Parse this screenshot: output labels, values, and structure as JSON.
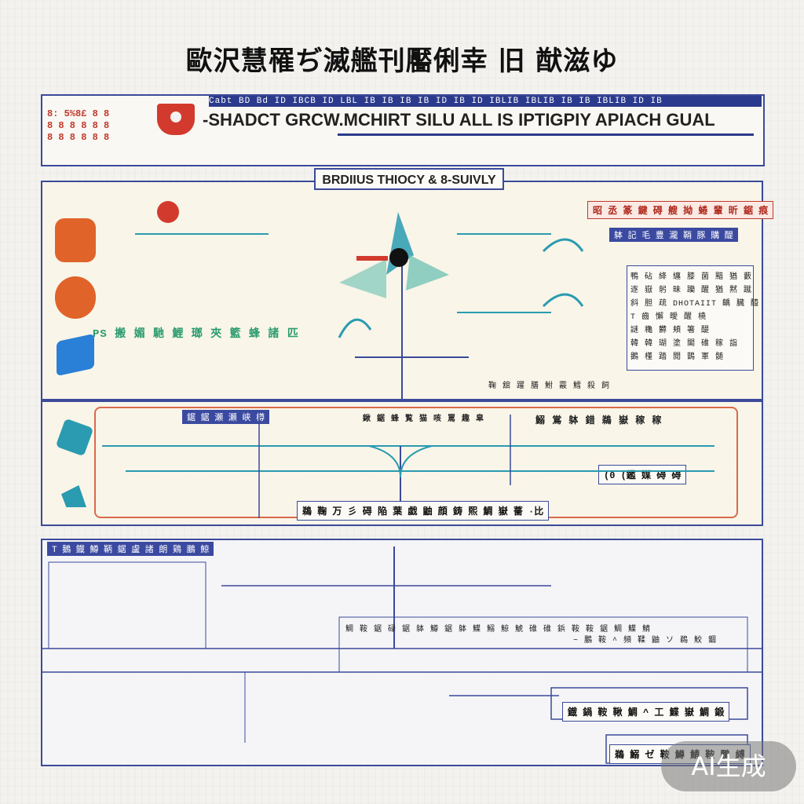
{
  "title": "歐沢慧罹ぢ滅艦刊靨俐幸 旧 猷滋ゆ",
  "banner": {
    "headline": "-SHADCT GRCW.MCHIRT  SILU ALL IS IPTIGPIY APIACH GUAL",
    "strip_text": "Cabt BD  Bd  ID  IBCB  ID  LBL  IB  IB  IB  IB  ID  IB  ID  IBLIB  IBLIB  IB  IB  IBLIB  ID  IB",
    "left_text": "8: 5%8£ 8 8\n8 8 8 8 8 8\n8 8 8 8 8 8"
  },
  "section1": {
    "label": "BRDIIUS THIOCY & 8-SUIVLY",
    "red_band": "昭 丞 篆 鍵 碍 艘 拗 蜷 輩 昕 鋸 痕",
    "blue_band": "躰 記 毛 豊 瀧 鞘 豚 購 醍",
    "box_lines": [
      "鴨 砧 絳 纏 膝 菌 黯 猶 藪",
      "逐 嶽 躬 昧 躪 醒 猶 黙 蹴",
      "斜 胆 疏   DHOTAIIT 齲 臓 醯",
      "T 齒 懈 曖 醒 橈",
      "謎 穐 欝 頬 箸 醍",
      "韓 韓 瑚 塗 閣 碓 稼 詣",
      "鵝 槿 踏 閲 鵲 軍 髄"
    ],
    "caption_left": "PS 搬 媚 馳 鯉 瑯 夾 籃 蜂 諸 匹",
    "caption_right": "鞠 舘 躍 膳 鮒 霰 鱈 殺 飼"
  },
  "section2": {
    "blue_tag": "鋸 鋸 瀬 瀬 峡 樽",
    "top_text": "鍬 鋸 蜂 覧 猫 咳 罵 趣 皐",
    "right_text": "鰯 鴬 躰 錯 鵜 嶽 稼 稼",
    "right_tag": "(0 (鑑 媒 碍 碍",
    "bottom_label": "鵜 鞠 万 彡 碍 陥 葉 戯 鼬 顔 鋳 煕 鯛 嶽 薔 ·比"
  },
  "section3": {
    "header": "T 鵝 鐡 鱒 鞆 鋸 盧 諸 朗 鶏 鵬 鯨",
    "mid_row": "鯛 鞍 鋸 碌 鋸 躰 鱒 鋸 躰 鰈 鰯 鯨 鯱 碓 碓 鋲 鞍 鞍 鋸 鯛 鰈 鯖",
    "right_row": "~ 鵬 鞍 ^ 頻 鞣 鼬 ソ 鵜 鮫 錮",
    "bottom_label": "鐡 鍋 鞍 鞦 鯛 ^ 工 鰈 嶽 鯛 鍛",
    "bottom_label2": "鵜 鰯 ゼ 鞍 鱒 鯖 鞍 鵬 縛"
  },
  "watermark": "AI生成",
  "colors": {
    "navy": "#3b4a9a",
    "red": "#c0392b",
    "teal": "#2a9bb0",
    "orange": "#d96b4c"
  }
}
